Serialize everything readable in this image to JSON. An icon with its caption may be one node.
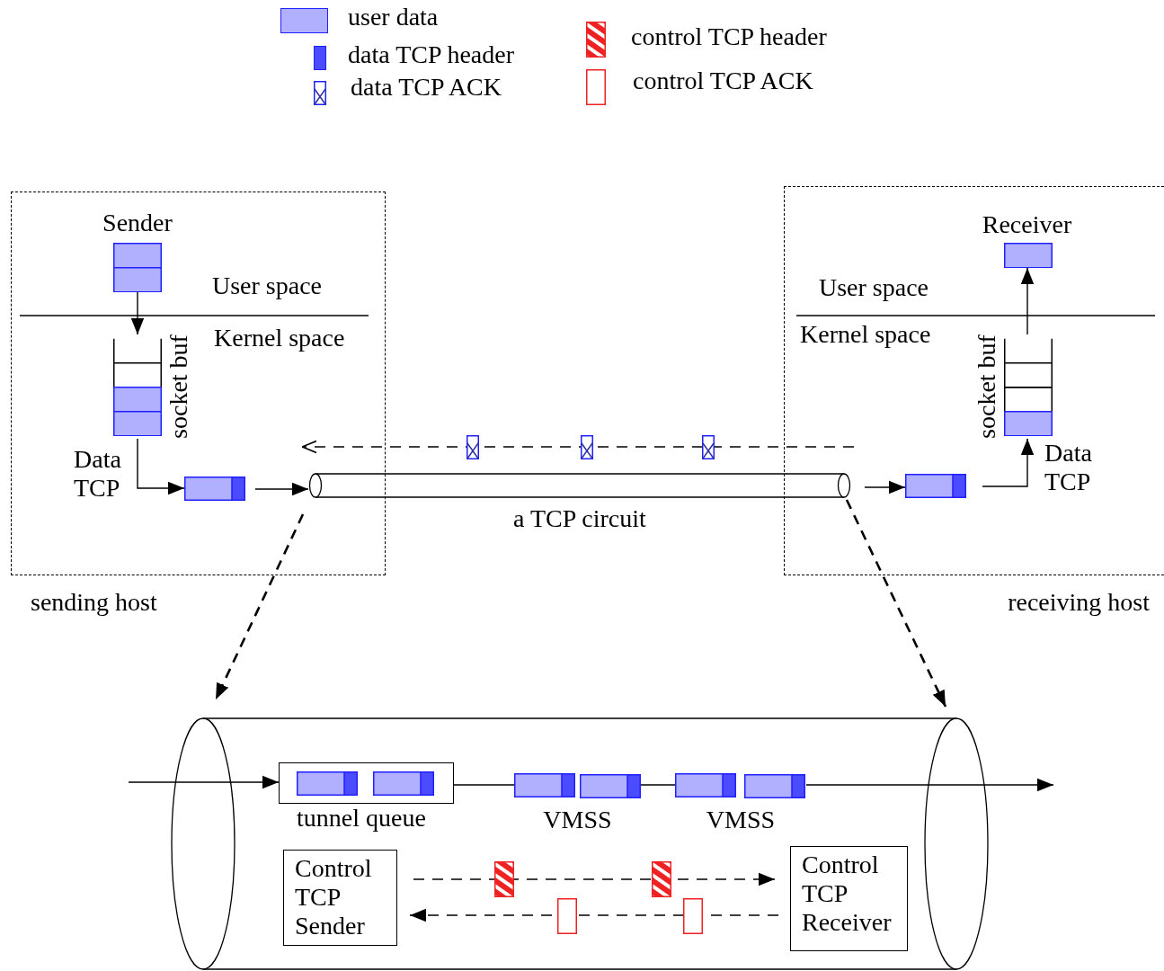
{
  "diagram": {
    "nodes": [
      {
        "text": [
          "sending host"
        ]
      },
      {
        "text": [
          "receiving host"
        ]
      },
      {
        "text": [
          "Sender"
        ],
        "in": 0
      },
      {
        "text": [
          "socket buf"
        ],
        "in": 0
      },
      {
        "text": [],
        "shape": "box",
        "in": 0
      },
      {
        "text": [
          "a TCP circuit"
        ]
      },
      {
        "text": [],
        "shape": "box",
        "in": 1
      },
      {
        "text": [
          "socket buf"
        ],
        "in": 1
      },
      {
        "text": [
          "Receiver"
        ],
        "in": 1
      },
      {
        "text": [],
        "shape": "cylinder"
      },
      {
        "text": [
          "tunnel queue"
        ],
        "in": 9
      },
      {
        "text": [
          "VMSS"
        ],
        "in": 9
      },
      {
        "text": [
          "VMSS"
        ],
        "in": 9
      },
      {
        "text": [
          "Control TCP Sender"
        ],
        "in": 9
      },
      {
        "text": [
          "Control TCP Receiver"
        ],
        "in": 9
      }
    ],
    "edges": [
      {
        "from": 2,
        "to": 3,
        "arrow": "to"
      },
      {
        "from": 3,
        "to": 4,
        "arrow": "to"
      },
      {
        "from": 4,
        "to": 5,
        "arrow": "to"
      },
      {
        "from": 5,
        "to": 6,
        "arrow": "to"
      },
      {
        "from": 6,
        "to": 7,
        "arrow": "to"
      },
      {
        "from": 7,
        "to": 8,
        "arrow": "to"
      },
      {
        "from": null,
        "to": 5,
        "arrow": "to",
        "style": "dashed"
      },
      {
        "from": 5,
        "to": 9,
        "arrow": "to",
        "style": "dashed"
      },
      {
        "from": 5,
        "to": 9,
        "arrow": "to",
        "style": "dashed"
      },
      {
        "from": null,
        "to": 10,
        "arrow": "to"
      },
      {
        "from": 10,
        "to": 11,
        "arrow": "none"
      },
      {
        "from": 11,
        "to": 12,
        "arrow": "none"
      },
      {
        "from": 12,
        "to": null,
        "arrow": "to"
      },
      {
        "from": 13,
        "to": 14,
        "arrow": "to",
        "style": "dashed"
      },
      {
        "from": 14,
        "to": 13,
        "arrow": "to",
        "style": "dashed"
      }
    ],
    "labels": [
      "User space",
      "User space",
      "Kernel space",
      "Kernel space",
      "Data TCP",
      "Data TCP"
    ],
    "legend": [
      {
        "text": "user data",
        "color": "#b0b0ff"
      },
      {
        "text": "data TCP header",
        "color": "#4b4bff"
      },
      {
        "text": "data TCP ACK"
      },
      {
        "text": "control TCP header"
      },
      {
        "text": "control TCP ACK"
      }
    ]
  }
}
